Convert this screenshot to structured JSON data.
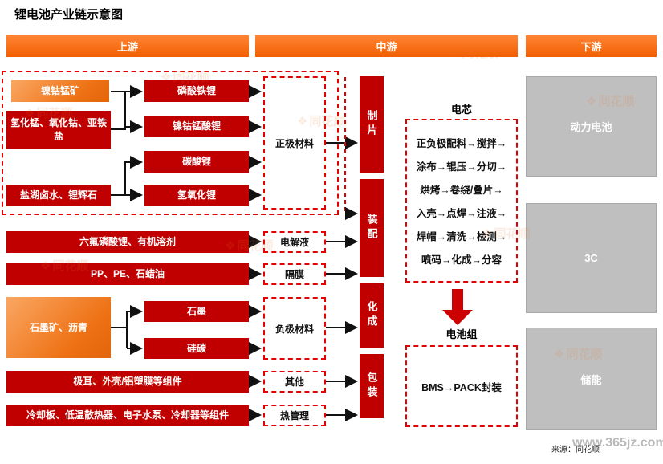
{
  "title": "锂电池产业链示意图",
  "headers": {
    "upstream": "上游",
    "midstream": "中游",
    "downstream": "下游"
  },
  "colors": {
    "header_orange": "#f25f02",
    "box_red": "#c00000",
    "box_orange_gradient": "#ee7114",
    "dash_red": "#e60000",
    "gray": "#bfbfbf",
    "arrow_black": "#111111",
    "big_arrow_red": "#cc0000"
  },
  "upstream": {
    "ores": [
      {
        "label": "镍钴锰矿"
      },
      {
        "label": "氢化锰、氧化钴、亚铁盐"
      },
      {
        "label": "盐湖卤水、锂辉石"
      }
    ],
    "cathode_compounds": [
      {
        "label": "磷酸铁锂"
      },
      {
        "label": "镍钴锰酸锂"
      },
      {
        "label": "碳酸锂"
      },
      {
        "label": "氢氧化锂"
      }
    ],
    "cathode_group": "正极材料",
    "electrolyte_source": "六氟磷酸锂、有机溶剂",
    "electrolyte": "电解液",
    "separator_source": "PP、PE、石蜡油",
    "separator": "隔膜",
    "anode_source": "石墨矿、沥青",
    "anode_intermediates": [
      {
        "label": "石墨"
      },
      {
        "label": "硅碳"
      }
    ],
    "anode_group": "负极材料",
    "other_source": "极耳、外壳/铝塑膜等组件",
    "other": "其他",
    "thermal_source": "冷却板、低温散热器、电子水泵、冷却器等组件",
    "thermal": "热管理"
  },
  "midstream": {
    "stages": [
      {
        "label": "制片"
      },
      {
        "label": "装配"
      },
      {
        "label": "化成"
      },
      {
        "label": "包装"
      }
    ],
    "cell_label": "电芯",
    "cell_steps_lines": [
      "正负极配料→搅拌→",
      "涂布→辊压→分切→",
      "烘烤→卷绕/叠片→",
      "入壳→点焊→注液→",
      "焊帽→清洗→检测→",
      "喷码→化成→分容"
    ],
    "pack_label": "电池组",
    "pack_content": "BMS→PACK封装"
  },
  "downstream": {
    "items": [
      {
        "label": "动力电池"
      },
      {
        "label": "3C"
      },
      {
        "label": "储能"
      }
    ]
  },
  "footer": {
    "source": "来源：同花顺",
    "site_watermark": "www.365jz.com"
  },
  "watermark": {
    "icon": "❖",
    "text": "同花顺"
  }
}
